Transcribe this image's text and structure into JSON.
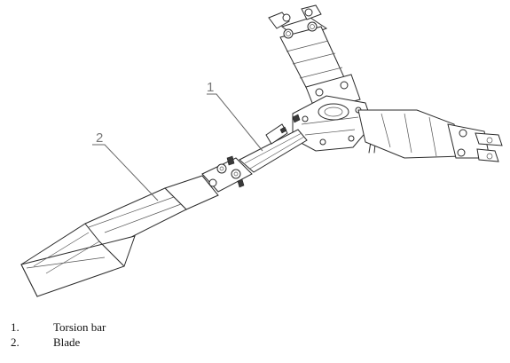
{
  "callouts": [
    {
      "number": "1",
      "target": "torsion-bar"
    },
    {
      "number": "2",
      "target": "blade"
    }
  ],
  "legend": [
    {
      "number": "1.",
      "label": "Torsion bar"
    },
    {
      "number": "2.",
      "label": "Blade"
    }
  ]
}
